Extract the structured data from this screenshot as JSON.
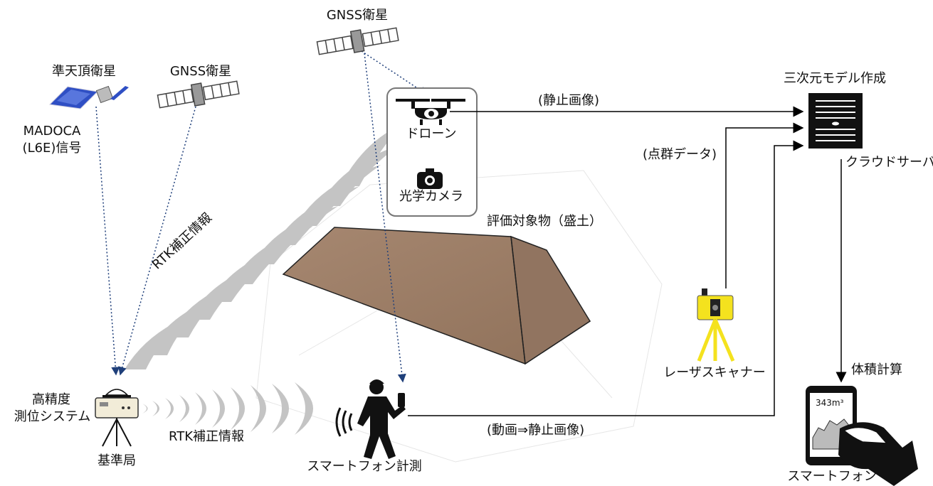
{
  "labels": {
    "qzss": "準天頂衛星",
    "gnss_left": "GNSS衛星",
    "gnss_top": "GNSS衛星",
    "madoca_line1": "MADOCA",
    "madoca_line2": "(L6E)信号",
    "drone": "ドローン",
    "camera": "光学カメラ",
    "still_image": "(静止画像)",
    "point_cloud": "(点群データ)",
    "model_creation": "三次元モデル作成",
    "cloud_server": "クラウドサーバ",
    "rtk_diagonal": "RTK補正情報",
    "target": "評価対象物（盛土）",
    "laser_scanner": "レーザスキャナー",
    "volume_calc": "体積計算",
    "hp_line1": "高精度",
    "hp_line2": "測位システム",
    "base_station": "基準局",
    "rtk_horizontal": "RTK補正情報",
    "video_to_still": "(動画⇒静止画像)",
    "smartphone_measure": "スマートフォン計測",
    "smartphone": "スマートフォン",
    "volume_value": "343m³"
  },
  "colors": {
    "mound": "#9e7f66",
    "signal_waves": "#bdbdbd",
    "dotted_lines": "#1f3f7a",
    "scanner": "#f4e21e",
    "qzss_panel": "#3557c8"
  }
}
